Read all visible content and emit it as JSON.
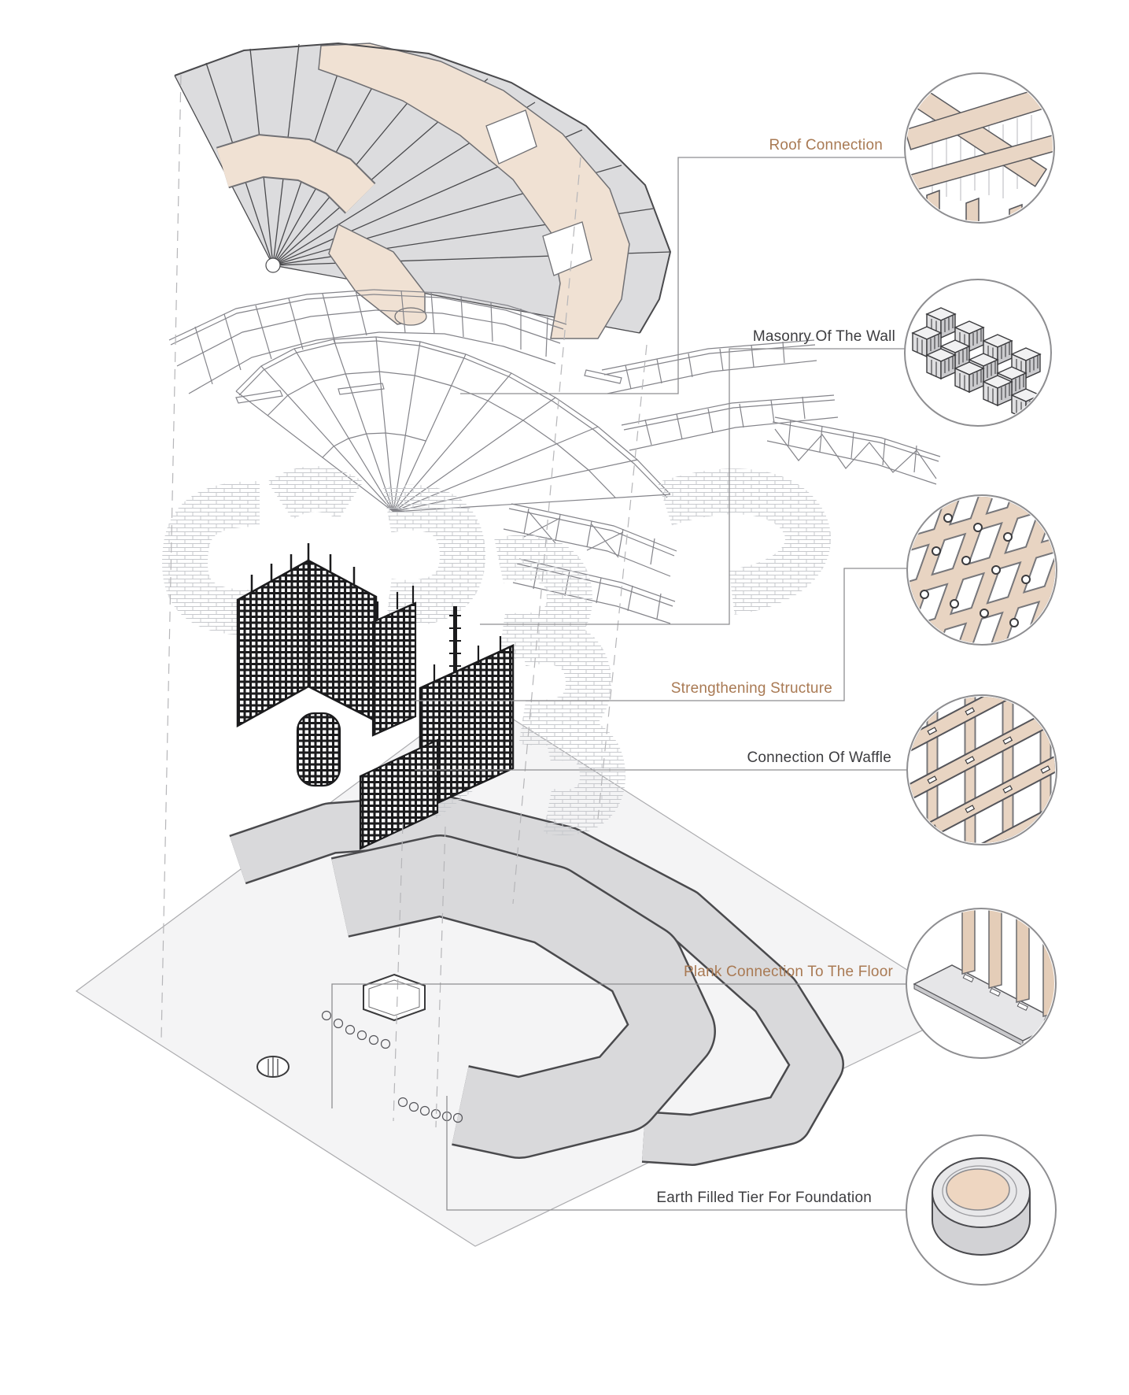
{
  "callouts": {
    "roof": {
      "label": "Roof Connection",
      "tone": "accent"
    },
    "masonry": {
      "label": "Masonry Of The Wall",
      "tone": "plain"
    },
    "strengthening": {
      "label": "Strengthening Structure",
      "tone": "accent"
    },
    "waffle": {
      "label": "Connection Of Waffle",
      "tone": "plain"
    },
    "plank": {
      "label": "Plank Connection To The Floor",
      "tone": "accent"
    },
    "foundation": {
      "label": "Earth Filled Tier For Foundation",
      "tone": "plain"
    }
  },
  "colors": {
    "accent_text": "#a97a54",
    "label_text": "#3d3d40",
    "leader_line": "#8e8e91",
    "roof_gray": "#dcdcde",
    "band_tan": "#f0e1d3",
    "wood_tan": "#e7d3c1",
    "plate_gray": "#d9d9db",
    "ground_gray": "#f4f4f5",
    "masonry_light": "#c7c9cd",
    "dark_structure": "#1b1b1d"
  }
}
